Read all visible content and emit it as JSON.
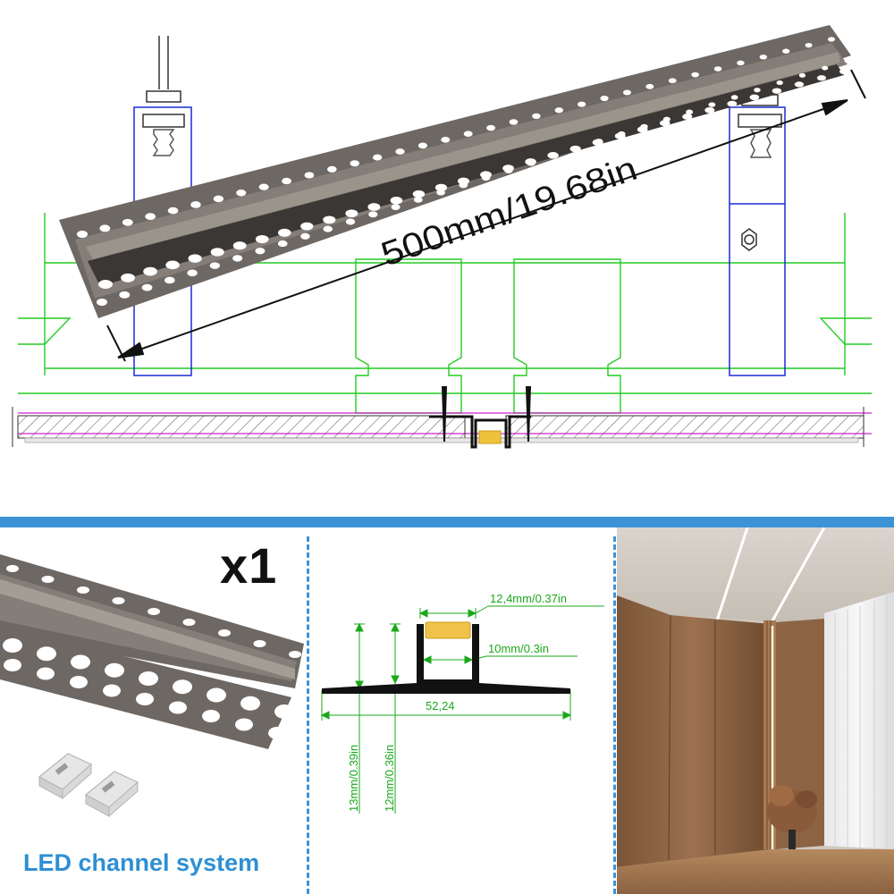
{
  "colors": {
    "accent_bar": "#3c93d6",
    "cad_green": "#22cc22",
    "cad_blue": "#1a2bd0",
    "cad_magenta": "#d020d0",
    "profile_metal": "#6e6864",
    "diffuser": "#9a958b",
    "dimension_green": "#1aa81a"
  },
  "hero": {
    "length_label": "500mm/19.68in",
    "icons": {
      "profile": "perforated-aluminum-channel-icon",
      "hanger": "threaded-rod-hanger-icon",
      "screw": "drywall-screw-icon"
    }
  },
  "package": {
    "quantity": "x1",
    "title": "LED channel system",
    "icons": {
      "profile": "aluminum-profile-icon",
      "end_caps": "end-cap-icon"
    }
  },
  "dimensions": {
    "outer_width": "12,4mm/0.37in",
    "inner_width": "10mm/0.3in",
    "flange_width": "52,24",
    "total_height": "13mm/0.39in",
    "channel_height": "12mm/0.36in"
  },
  "photo": {
    "icon": "room-installation-photo-icon"
  }
}
